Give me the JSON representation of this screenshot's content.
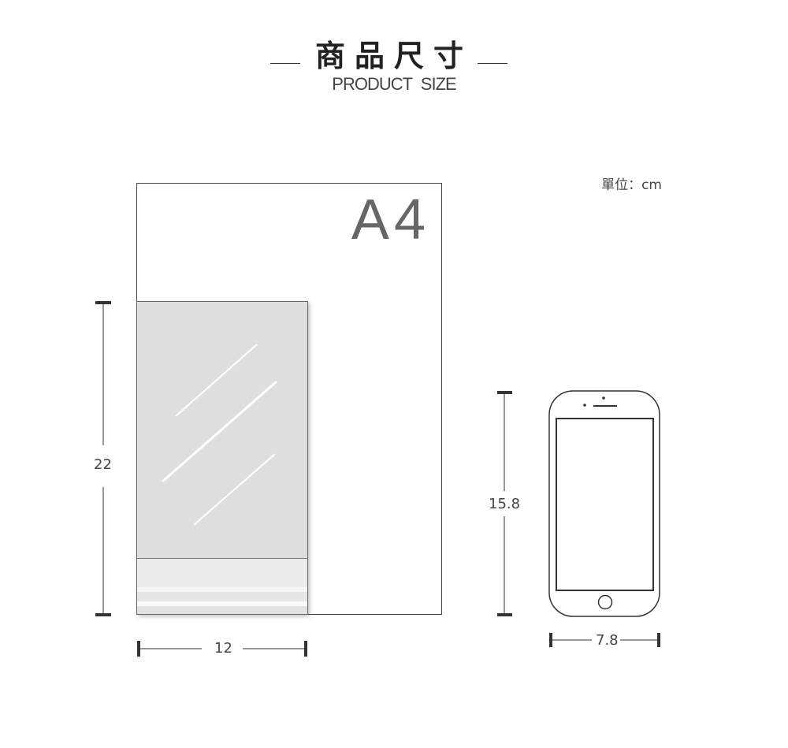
{
  "header": {
    "title_cn": "商品尺寸",
    "title_en": "PRODUCT SIZE"
  },
  "unit_label": "單位：cm",
  "a4": {
    "label": "A4"
  },
  "dimensions": {
    "sleeve_height": "22",
    "sleeve_width": "12",
    "phone_height": "15.8",
    "phone_width": "7.8"
  },
  "colors": {
    "line": "#333333",
    "sleeve_fill": "#dedede",
    "a4_label": "#666666"
  }
}
